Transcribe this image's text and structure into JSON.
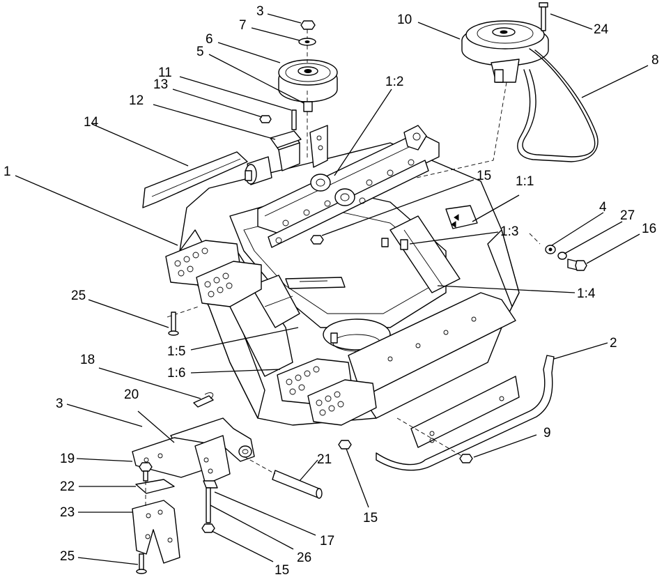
{
  "callouts": [
    {
      "key": "c3a",
      "text": "3"
    },
    {
      "key": "c7",
      "text": "7"
    },
    {
      "key": "c6",
      "text": "6"
    },
    {
      "key": "c5",
      "text": "5"
    },
    {
      "key": "c11",
      "text": "11"
    },
    {
      "key": "c13",
      "text": "13"
    },
    {
      "key": "c12",
      "text": "12"
    },
    {
      "key": "c14",
      "text": "14"
    },
    {
      "key": "c1",
      "text": "1"
    },
    {
      "key": "c12b",
      "text": "1:2"
    },
    {
      "key": "c10",
      "text": "10"
    },
    {
      "key": "c24",
      "text": "24"
    },
    {
      "key": "c8",
      "text": "8"
    },
    {
      "key": "c15a",
      "text": "15"
    },
    {
      "key": "c11b",
      "text": "1:1"
    },
    {
      "key": "c4",
      "text": "4"
    },
    {
      "key": "c27",
      "text": "27"
    },
    {
      "key": "c16",
      "text": "16"
    },
    {
      "key": "c13b",
      "text": "1:3"
    },
    {
      "key": "c14b",
      "text": "1:4"
    },
    {
      "key": "c25a",
      "text": "25"
    },
    {
      "key": "c15b",
      "text": "1:5"
    },
    {
      "key": "c16b",
      "text": "1:6"
    },
    {
      "key": "c2",
      "text": "2"
    },
    {
      "key": "c18",
      "text": "18"
    },
    {
      "key": "c3b",
      "text": "3"
    },
    {
      "key": "c20",
      "text": "20"
    },
    {
      "key": "c9",
      "text": "9"
    },
    {
      "key": "c19",
      "text": "19"
    },
    {
      "key": "c21",
      "text": "21"
    },
    {
      "key": "c22",
      "text": "22"
    },
    {
      "key": "c15c",
      "text": "15"
    },
    {
      "key": "c23",
      "text": "23"
    },
    {
      "key": "c17",
      "text": "17"
    },
    {
      "key": "c26",
      "text": "26"
    },
    {
      "key": "c25b",
      "text": "25"
    },
    {
      "key": "c15d",
      "text": "15"
    }
  ]
}
